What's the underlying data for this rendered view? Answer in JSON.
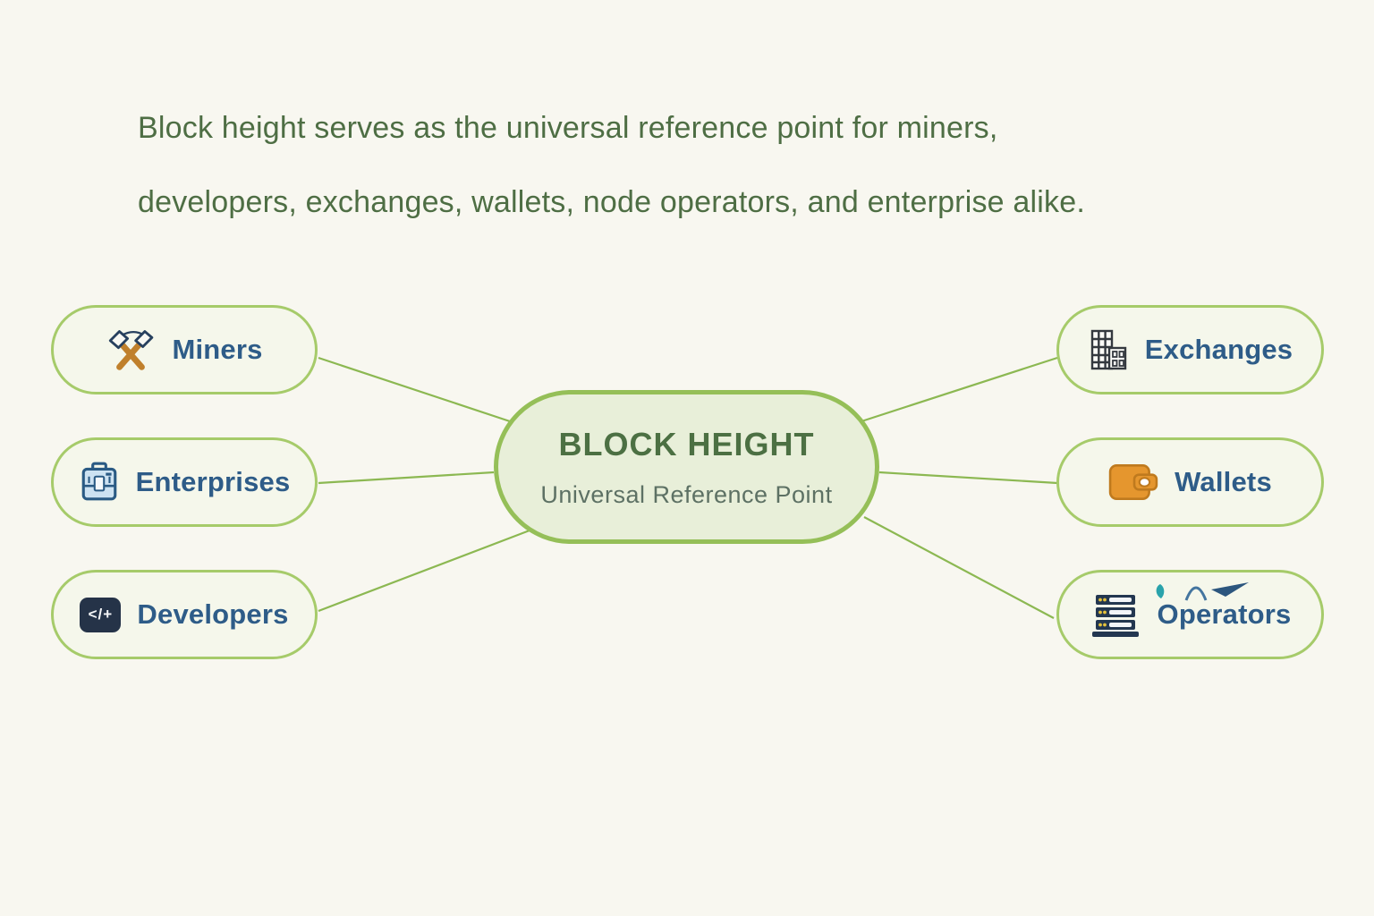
{
  "page": {
    "background_color": "#f8f7f0",
    "accent_green": "#95bf58",
    "line_color": "#8cb852",
    "label_blue": "#2e5c88"
  },
  "header": {
    "line1": "Block height serves as the universal reference point for miners,",
    "line2": "developers, exchanges, wallets, node operators, and enterprise alike.",
    "color": "#4e6e44"
  },
  "center": {
    "title": "BLOCK HEIGHT",
    "subtitle": "Universal Reference Point",
    "fill": "#e8efd9",
    "border": "#95bf58",
    "title_color": "#4c7043",
    "subtitle_color": "#5d7164"
  },
  "nodes": [
    {
      "id": "miners",
      "label": "Miners",
      "icon": "pickaxe-hammer-icon",
      "side": "left"
    },
    {
      "id": "enterprises",
      "label": "Enterprises",
      "icon": "briefcase-icon",
      "side": "left"
    },
    {
      "id": "developers",
      "label": "Developers",
      "icon": "code-badge-icon",
      "side": "left"
    },
    {
      "id": "exchanges",
      "label": "Exchanges",
      "icon": "buildings-icon",
      "side": "right"
    },
    {
      "id": "wallets",
      "label": "Wallets",
      "icon": "wallet-icon",
      "side": "right"
    },
    {
      "id": "operators",
      "label": "Operators",
      "icon": "server-rack-icon",
      "side": "right"
    }
  ],
  "icons": {
    "developers_glyph": "</+",
    "wallet_color": "#e5962e",
    "server_color": "#233750",
    "briefcase_color": "#cde2f2"
  }
}
